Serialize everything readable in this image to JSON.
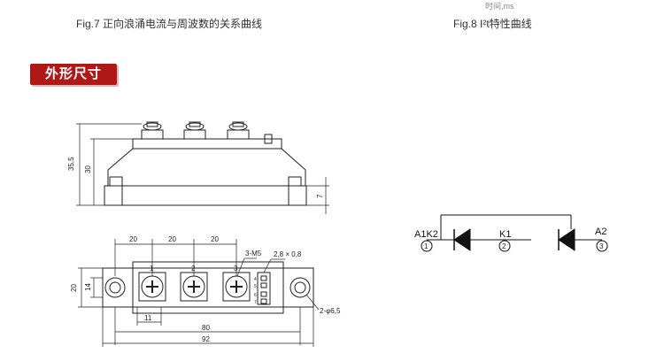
{
  "top_fragment": "时间,ms",
  "captions": {
    "fig7": "Fig.7 正向浪涌电流与周波数的关系曲线",
    "fig8": "Fig.8 I²t特性曲线"
  },
  "section_title": "外形尺寸",
  "side_view": {
    "height_total": "35,5",
    "height_body": "30",
    "base_height": "7"
  },
  "top_view": {
    "pitch_1": "20",
    "pitch_2": "20",
    "pitch_3": "20",
    "screw_spec": "3-M5",
    "tab_spec": "2,8 × 0,8",
    "width_outer": "20",
    "width_inner": "14",
    "offset": "11",
    "length_inner": "80",
    "length_total": "92",
    "hole_spec": "2-φ6,5",
    "terminals": [
      "1",
      "2",
      "3"
    ],
    "tab_labels": [
      "4",
      "5",
      "6",
      "7"
    ]
  },
  "schematic": {
    "label_a1k2": "A1K2",
    "label_k1": "K1",
    "label_a2": "A2",
    "pin1": "1",
    "pin2": "2",
    "pin3": "3"
  }
}
